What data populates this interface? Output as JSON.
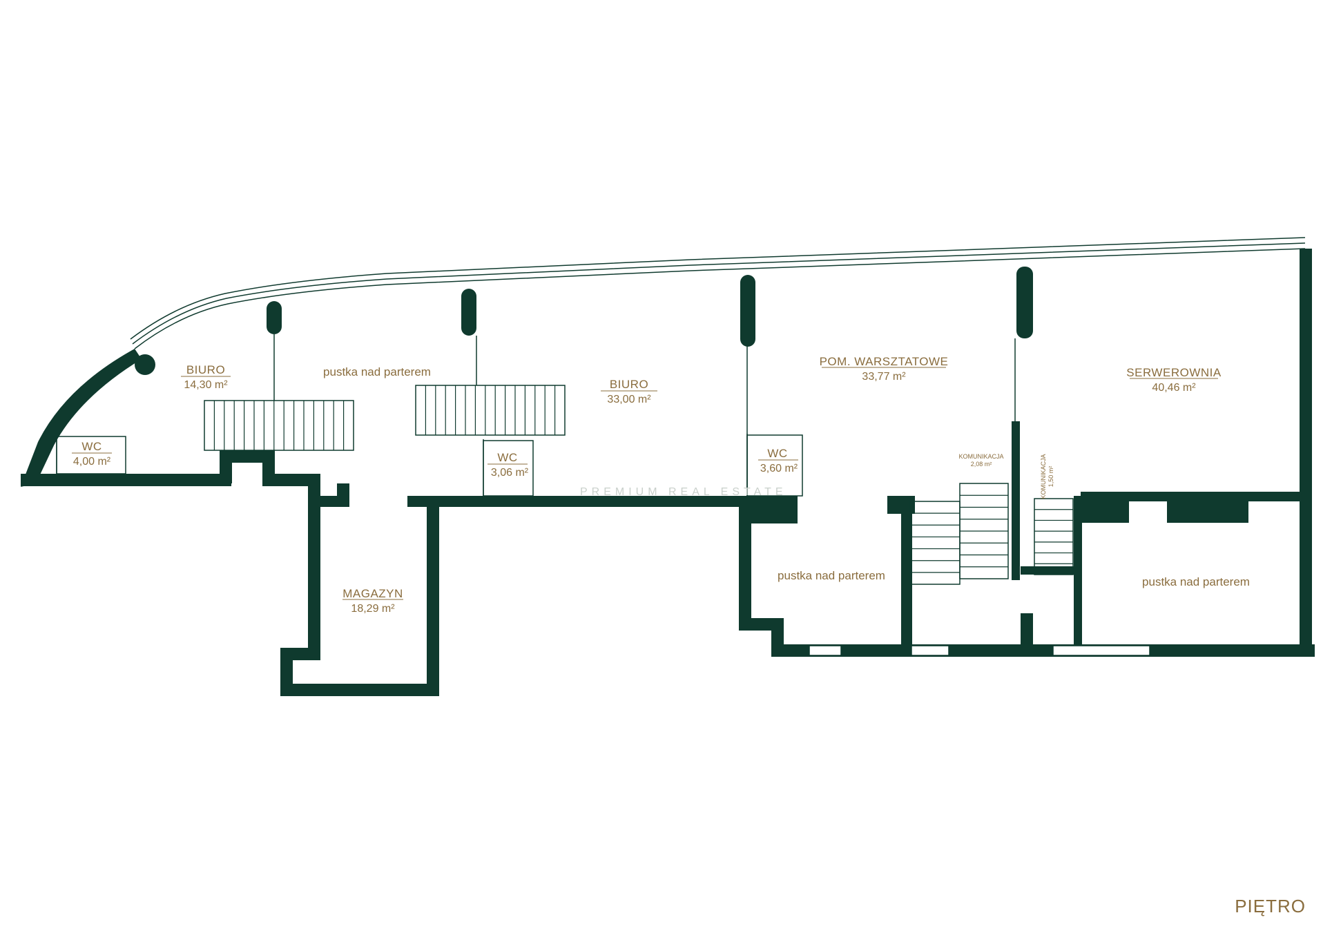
{
  "colors": {
    "wall": "#0f3a2e",
    "label": "#8a6d3e",
    "background": "#ffffff"
  },
  "floor": "PIĘTRO",
  "watermark": "PREMIUM REAL ESTATE",
  "rooms": {
    "biuro_left": {
      "name": "BIURO",
      "area": "14,30 m²"
    },
    "wc_1": {
      "name": "WC",
      "area": "4,00 m²"
    },
    "biuro_mid": {
      "name": "BIURO",
      "area": "33,00 m²"
    },
    "wc_2": {
      "name": "WC",
      "area": "3,06 m²"
    },
    "warsztat": {
      "name": "POM. WARSZTATOWE",
      "area": "33,77 m²"
    },
    "wc_3": {
      "name": "WC",
      "area": "3,60 m²"
    },
    "serwerownia": {
      "name": "SERWEROWNIA",
      "area": "40,46  m²"
    },
    "magazyn": {
      "name": "MAGAZYN",
      "area": "18,29 m²"
    },
    "komunikacja_1": {
      "name": "KOMUNIKACJA",
      "area": "2,08 m²"
    },
    "komunikacja_2": {
      "name": "KOMUNIKACJA",
      "area": "1,50 m²"
    }
  },
  "voids": {
    "top_left": "pustka nad parterem",
    "bottom_mid": "pustka nad parterem",
    "bottom_right": "pustka nad parterem"
  }
}
